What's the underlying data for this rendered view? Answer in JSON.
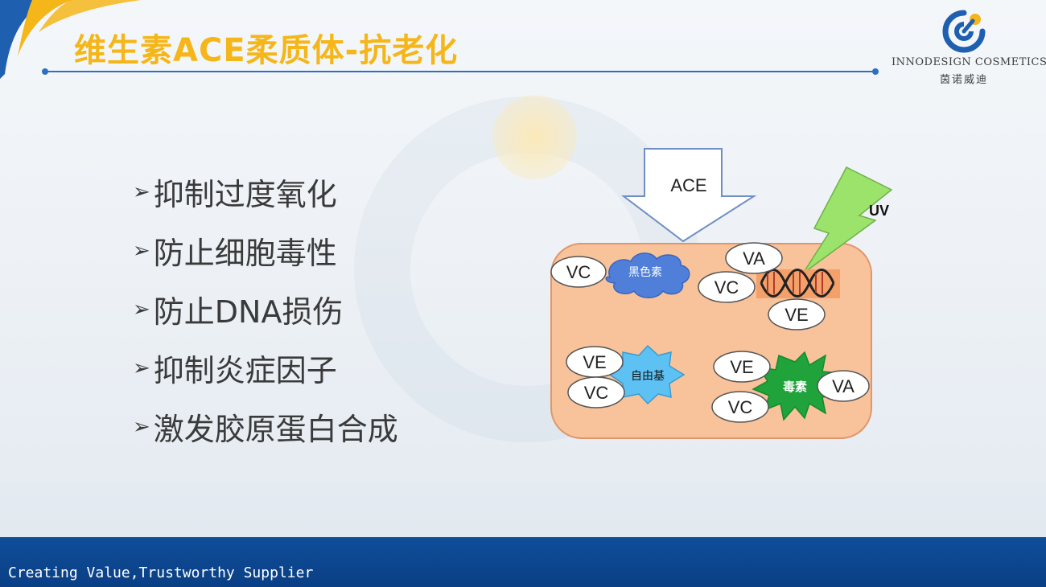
{
  "title": "维生素ACE柔质体-抗老化",
  "logo": {
    "icon": "innodesign-logo-icon",
    "name_en": "INNODESIGN COSMETICS",
    "name_cn": "茵诺威迪"
  },
  "bullets": [
    {
      "marker": "➢",
      "text": "抑制过度氧化"
    },
    {
      "marker": "➢",
      "text": "防止细胞毒性"
    },
    {
      "marker": "➢",
      "text": "防止DNA损伤"
    },
    {
      "marker": "➢",
      "text": "抑制炎症因子"
    },
    {
      "marker": "➢",
      "text": "激发胶原蛋白合成"
    }
  ],
  "diagram": {
    "arrow_label": "ACE",
    "uv_label": "UV",
    "melanin_label": "黑色素",
    "free_radical_label": "自由基",
    "toxin_label": "毒素",
    "vitamins": {
      "vc1": "VC",
      "va1": "VA",
      "vc2": "VC",
      "ve1": "VE",
      "ve2": "VE",
      "vc3": "VC",
      "ve3": "VE",
      "va2": "VA",
      "vc4": "VC"
    },
    "colors": {
      "cell_fill": "#f8c39b",
      "cell_stroke": "#e0956a",
      "melanin": "#4f7fd8",
      "free_radical": "#5ec1f3",
      "toxin": "#1fa33a",
      "uv_bolt": "#9be36a",
      "dna_bg": "#f4a06a"
    }
  },
  "footer": {
    "slogan": "Creating Value,Trustworthy Supplier",
    "color": "#0f4e9a"
  },
  "accent_colors": {
    "title": "#f5b61a",
    "rule": "#2f6fc0"
  }
}
